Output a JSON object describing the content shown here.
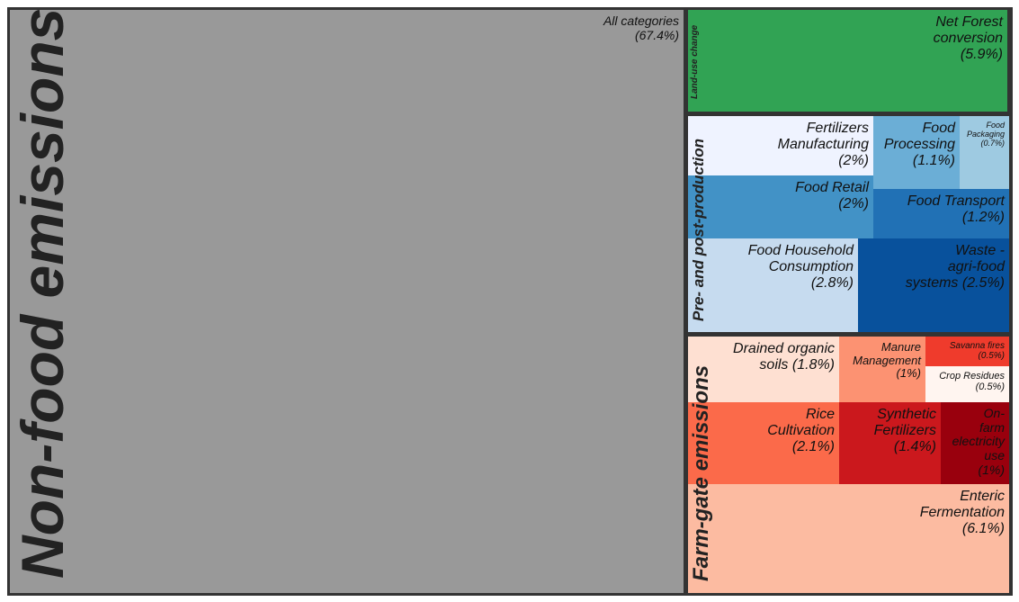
{
  "chart_data": {
    "type": "treemap",
    "title": "",
    "groups": [
      {
        "name": "Non-food emissions",
        "items": [
          {
            "name": "All categories",
            "percent": 67.4,
            "label": "All categories\n(67.4%)",
            "color": "#999999"
          }
        ]
      },
      {
        "name": "Land-use change",
        "items": [
          {
            "name": "Net Forest conversion",
            "percent": 5.9,
            "label": "Net Forest\nconversion\n(5.9%)",
            "color": "#31a354"
          }
        ]
      },
      {
        "name": "Pre- and post-production",
        "items": [
          {
            "name": "Fertilizers Manufacturing",
            "percent": 2,
            "label": "Fertilizers\nManufacturing\n(2%)",
            "color": "#eff3ff"
          },
          {
            "name": "Food Processing",
            "percent": 1.1,
            "label": "Food\nProcessing\n(1.1%)",
            "color": "#6baed6"
          },
          {
            "name": "Food Packaging",
            "percent": 0.7,
            "label": "Food\nPackaging\n(0.7%)",
            "color": "#9ecae1"
          },
          {
            "name": "Food Retail",
            "percent": 2,
            "label": "Food Retail\n(2%)",
            "color": "#4292c6"
          },
          {
            "name": "Food Transport",
            "percent": 1.2,
            "label": "Food Transport\n(1.2%)",
            "color": "#2171b5"
          },
          {
            "name": "Food Household Consumption",
            "percent": 2.8,
            "label": "Food Household\nConsumption\n(2.8%)",
            "color": "#c6dbef"
          },
          {
            "name": "Waste - agri-food systems",
            "percent": 2.5,
            "label": "Waste -\nagri-food\nsystems (2.5%)",
            "color": "#08519c"
          }
        ]
      },
      {
        "name": "Farm-gate emissions",
        "items": [
          {
            "name": "Drained organic soils",
            "percent": 1.8,
            "label": "Drained organic\nsoils (1.8%)",
            "color": "#fee0d2"
          },
          {
            "name": "Manure Management",
            "percent": 1,
            "label": "Manure\nManagement\n(1%)",
            "color": "#fc9272"
          },
          {
            "name": "Savanna fires",
            "percent": 0.5,
            "label": "Savanna fires\n(0.5%)",
            "color": "#ef3b2c"
          },
          {
            "name": "Crop Residues",
            "percent": 0.5,
            "label": "Crop Residues\n(0.5%)",
            "color": "#fff5f0"
          },
          {
            "name": "Rice Cultivation",
            "percent": 2.1,
            "label": "Rice\nCultivation\n(2.1%)",
            "color": "#fb6a4a"
          },
          {
            "name": "Synthetic Fertilizers",
            "percent": 1.4,
            "label": "Synthetic\nFertilizers\n(1.4%)",
            "color": "#cb181d"
          },
          {
            "name": "On-farm electricity use",
            "percent": 1,
            "label": "On-\nfarm\nelectricity\nuse\n(1%)",
            "color": "#99000d"
          },
          {
            "name": "Enteric Fermentation",
            "percent": 6.1,
            "label": "Enteric\nFermentation\n(6.1%)",
            "color": "#fcbba1"
          }
        ]
      }
    ]
  }
}
